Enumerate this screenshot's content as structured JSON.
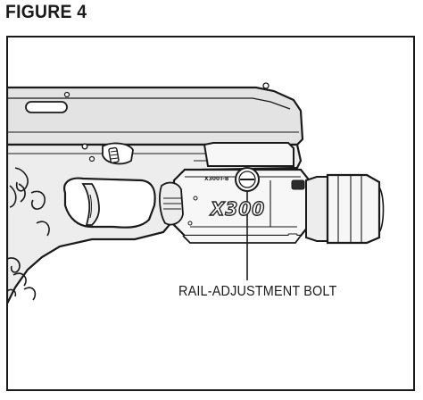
{
  "figure": {
    "title": "FIGURE 4",
    "callout_label": "RAIL-ADJUSTMENT BOLT",
    "light_brand_text": "X300",
    "light_model_text": "X300T-B"
  },
  "colors": {
    "line": "#1a1a1a",
    "frame_shade": "#ededed",
    "slide_shade": "#e3e3e3",
    "light_body": "#f7f7f7",
    "lens_dark": "#2b2b2b"
  }
}
